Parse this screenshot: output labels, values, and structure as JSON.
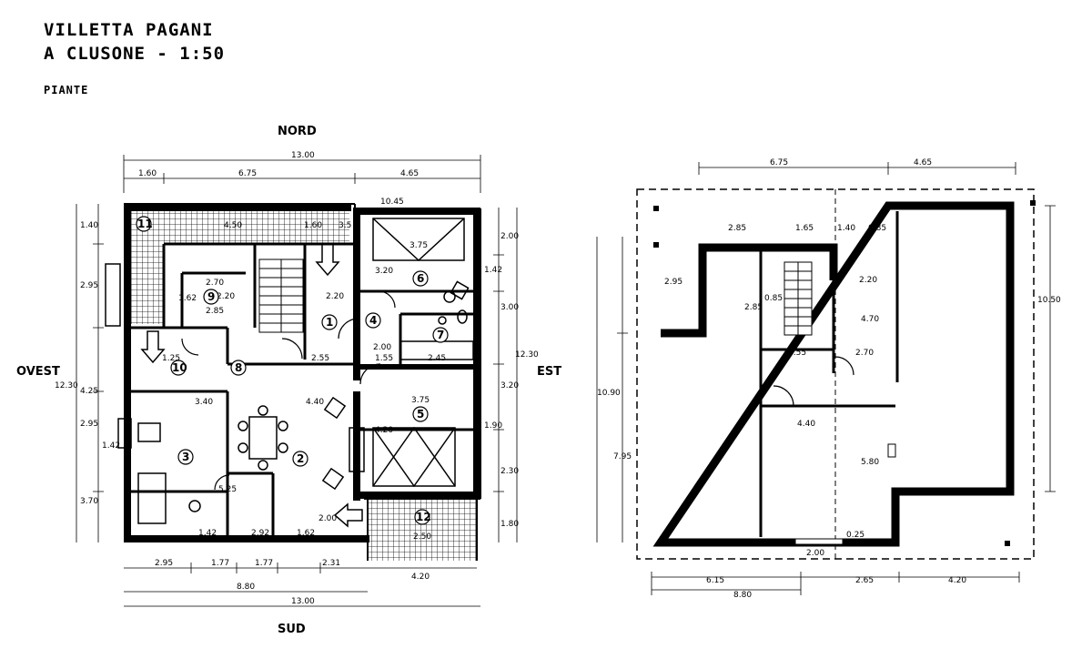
{
  "title": {
    "line1": "VILLETTA  PAGANI",
    "line2": "A CLUSONE - 1:50",
    "line3": "PIANTE"
  },
  "compass": {
    "north": "NORD",
    "south": "SUD",
    "west": "OVEST",
    "east": "EST"
  },
  "ground_floor": {
    "dims_top": [
      "13.00",
      "1.60",
      "6.75",
      "4.65"
    ],
    "dims_bottom": [
      "2.95",
      "1.77",
      "1.77",
      "2.31",
      "4.20",
      "8.80",
      "13.00"
    ],
    "dims_left": [
      "1.40",
      "2.95",
      "12.30",
      "4.25",
      "2.95",
      "1.42",
      "3.70"
    ],
    "dims_right": [
      "2.00",
      "1.42",
      "3.00",
      "12.30",
      "3.20",
      "1.90",
      "2.30",
      "1.80"
    ],
    "dims_inner": [
      "4.50",
      "1.60",
      "3.5",
      "10.45",
      "3.75",
      "3.20",
      "2.20",
      "1.62",
      "2.70",
      "2.20",
      "2.85",
      "2.55",
      "2.00",
      "1.55",
      "2.45",
      "1.25",
      "3.40",
      "4.40",
      "3.75",
      "4.20",
      "5.25",
      "2.00",
      "1.42",
      "2.92",
      "1.62",
      "2.50"
    ],
    "rooms": [
      "1",
      "2",
      "3",
      "4",
      "5",
      "6",
      "7",
      "8",
      "9",
      "10",
      "11",
      "12"
    ]
  },
  "upper_floor": {
    "dims_top": [
      "6.75",
      "4.65"
    ],
    "dims_inner": [
      "2.85",
      "1.65",
      "1.40",
      "0.85",
      "2.20",
      "2.85",
      "4.70",
      "2.55",
      "2.70",
      "4.40",
      "5.80",
      "2.00",
      "0.25",
      "0.85"
    ],
    "dims_left": [
      "2.95",
      "10.90",
      "7.95"
    ],
    "dims_right": [
      "10.50"
    ],
    "dims_bottom": [
      "6.15",
      "2.65",
      "4.20",
      "8.80"
    ]
  }
}
